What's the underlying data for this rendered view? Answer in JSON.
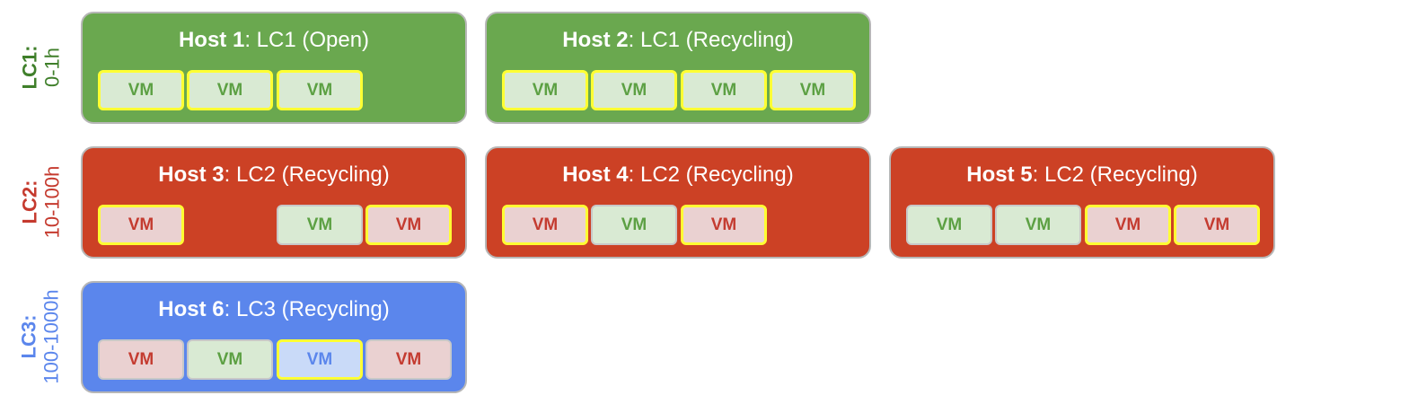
{
  "colors": {
    "lc1": "#6aa84f",
    "lc2": "#cc4125",
    "lc3": "#5b86ec",
    "lc1_text": "#3f7f2a",
    "lc2_text": "#c53a2e",
    "lc3_text": "#5b86ec",
    "vm_green_fill": "#d9ead3",
    "vm_green_text": "#5ca043",
    "vm_red_fill": "#ead1d1",
    "vm_red_text": "#c43b30",
    "vm_blue_fill": "#c9daf8",
    "vm_blue_text": "#5b86ec",
    "highlight_border": "#ffff33"
  },
  "rows": [
    {
      "name": "LC1:",
      "range": "0-1h",
      "color": "lc1"
    },
    {
      "name": "LC2:",
      "range": "10-100h",
      "color": "lc2"
    },
    {
      "name": "LC3:",
      "range": "100-1000h",
      "color": "lc3"
    }
  ],
  "hosts": [
    {
      "name": "Host 1",
      "status": ": LC1 (Open)",
      "row": 0,
      "col": 0,
      "color": "lc1",
      "vms": [
        {
          "label": "VM",
          "slot": 0,
          "type": "green",
          "highlight": true
        },
        {
          "label": "VM",
          "slot": 1,
          "type": "green",
          "highlight": true
        },
        {
          "label": "VM",
          "slot": 2,
          "type": "green",
          "highlight": true
        }
      ]
    },
    {
      "name": "Host 2",
      "status": ": LC1 (Recycling)",
      "row": 0,
      "col": 1,
      "color": "lc1",
      "vms": [
        {
          "label": "VM",
          "slot": 0,
          "type": "green",
          "highlight": true
        },
        {
          "label": "VM",
          "slot": 1,
          "type": "green",
          "highlight": true
        },
        {
          "label": "VM",
          "slot": 2,
          "type": "green",
          "highlight": true
        },
        {
          "label": "VM",
          "slot": 3,
          "type": "green",
          "highlight": true
        }
      ]
    },
    {
      "name": "Host 3",
      "status": ": LC2 (Recycling)",
      "row": 1,
      "col": 0,
      "color": "lc2",
      "vms": [
        {
          "label": "VM",
          "slot": 0,
          "type": "red",
          "highlight": true
        },
        {
          "label": "VM",
          "slot": 2,
          "type": "green",
          "highlight": false
        },
        {
          "label": "VM",
          "slot": 3,
          "type": "red",
          "highlight": true
        }
      ]
    },
    {
      "name": "Host 4",
      "status": ": LC2 (Recycling)",
      "row": 1,
      "col": 1,
      "color": "lc2",
      "vms": [
        {
          "label": "VM",
          "slot": 0,
          "type": "red",
          "highlight": true
        },
        {
          "label": "VM",
          "slot": 1,
          "type": "green",
          "highlight": false
        },
        {
          "label": "VM",
          "slot": 2,
          "type": "red",
          "highlight": true
        }
      ]
    },
    {
      "name": "Host 5",
      "status": ": LC2 (Recycling)",
      "row": 1,
      "col": 2,
      "color": "lc2",
      "vms": [
        {
          "label": "VM",
          "slot": 0,
          "type": "green",
          "highlight": false
        },
        {
          "label": "VM",
          "slot": 1,
          "type": "green",
          "highlight": false
        },
        {
          "label": "VM",
          "slot": 2,
          "type": "red",
          "highlight": true
        },
        {
          "label": "VM",
          "slot": 3,
          "type": "red",
          "highlight": true
        }
      ]
    },
    {
      "name": "Host 6",
      "status": ": LC3 (Recycling)",
      "row": 2,
      "col": 0,
      "color": "lc3",
      "vms": [
        {
          "label": "VM",
          "slot": 0,
          "type": "red",
          "highlight": false
        },
        {
          "label": "VM",
          "slot": 1,
          "type": "green",
          "highlight": false
        },
        {
          "label": "VM",
          "slot": 2,
          "type": "blue",
          "highlight": true
        },
        {
          "label": "VM",
          "slot": 3,
          "type": "red",
          "highlight": false
        }
      ]
    }
  ]
}
